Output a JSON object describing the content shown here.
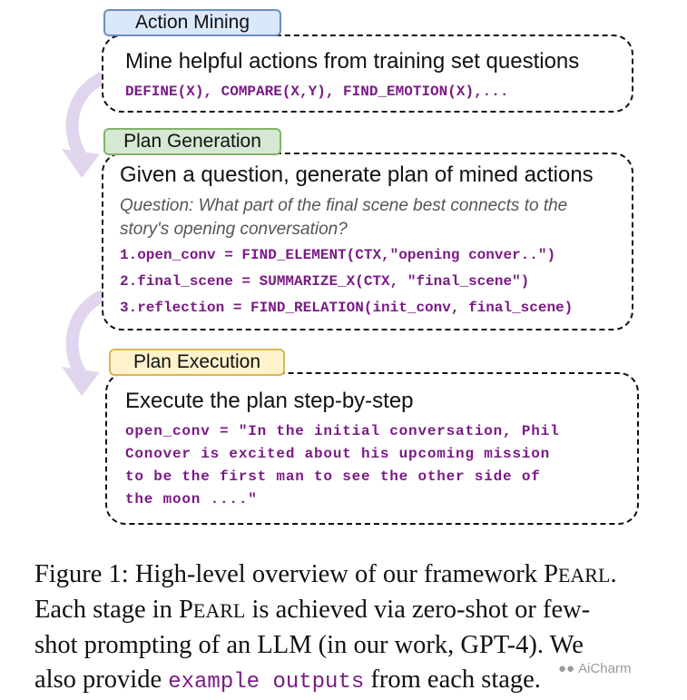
{
  "stages": {
    "mining": {
      "tag": "Action Mining",
      "heading": "Mine helpful actions from training set questions",
      "code": "DEFINE(X), COMPARE(X,Y), FIND_EMOTION(X),...",
      "tag_color": "#dae8fc"
    },
    "plan": {
      "tag": "Plan Generation",
      "heading": "Given a question, generate plan of mined actions",
      "question_line1": "Question: What part of the final scene best connects to the",
      "question_line2": "story's opening conversation?",
      "steps": [
        "1.open_conv = FIND_ELEMENT(CTX,\"opening conver..\")",
        "2.final_scene = SUMMARIZE_X(CTX, \"final_scene\")",
        "3.reflection = FIND_RELATION(init_conv, final_scene)"
      ],
      "tag_color": "#d5e8d4"
    },
    "execution": {
      "tag": "Plan Execution",
      "heading": "Execute the plan step-by-step",
      "output_lines": [
        "open_conv = \"In the initial conversation, Phil",
        "Conover is excited about his upcoming mission",
        "to be the first man to see the other side of",
        "the moon ....\""
      ],
      "tag_color": "#fff2cc"
    }
  },
  "caption": {
    "line1_pre": "Figure 1: High-level overview of our framework P",
    "line1_sc": "EARL",
    "line1_post": ".",
    "line2_pre": "Each stage in P",
    "line2_sc": "EARL",
    "line2_post": " is achieved via zero-shot or few-",
    "line3": "shot prompting of an LLM (in our work, GPT-4).  We",
    "line4_pre": "also provide ",
    "line4_mono": "example outputs",
    "line4_post": " from each stage."
  },
  "watermark": {
    "icon": "wechat-icon",
    "text": "AiCharm"
  },
  "colors": {
    "code_purple": "#7a1a86",
    "arrow_lavender": "#e1d5ee"
  }
}
